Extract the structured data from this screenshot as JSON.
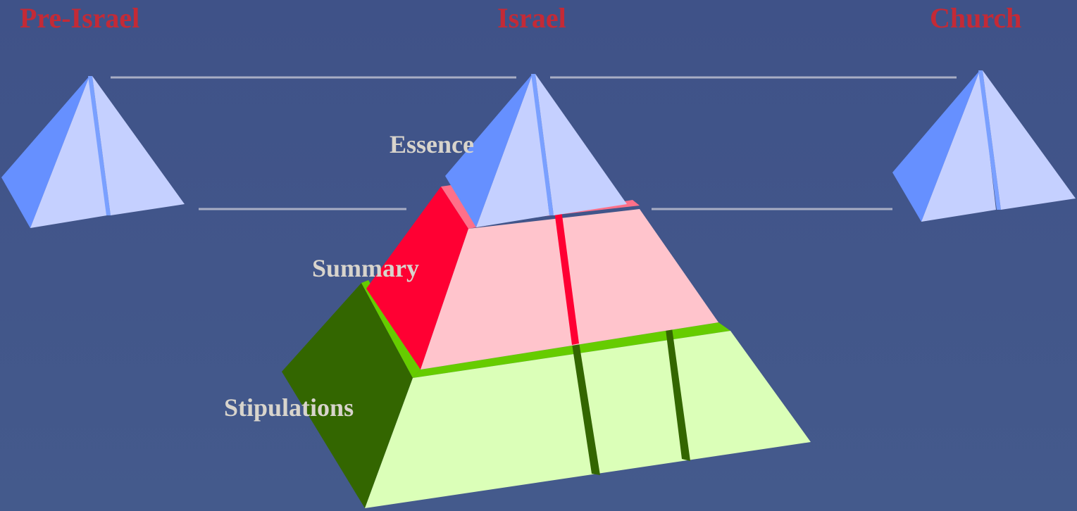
{
  "headings": {
    "pre_israel": "Pre-Israel",
    "israel": "Israel",
    "church": "Church"
  },
  "layers": {
    "essence": "Essence",
    "summary": "Summary",
    "stipulations": "Stipulations"
  },
  "colors": {
    "background": "#42568a",
    "heading_text": "#c42a36",
    "layer_text": "#d8d4cc",
    "connector_line": "#a9aec4",
    "essence_light": "#c5d0ff",
    "essence_dark": "#6690ff",
    "summary_light": "#ffc4cc",
    "summary_dark": "#ff0033",
    "summary_edge": "#ff7089",
    "stipulations_light": "#dbffb8",
    "stipulations_dark": "#336600",
    "stipulations_edge": "#66cc00"
  }
}
